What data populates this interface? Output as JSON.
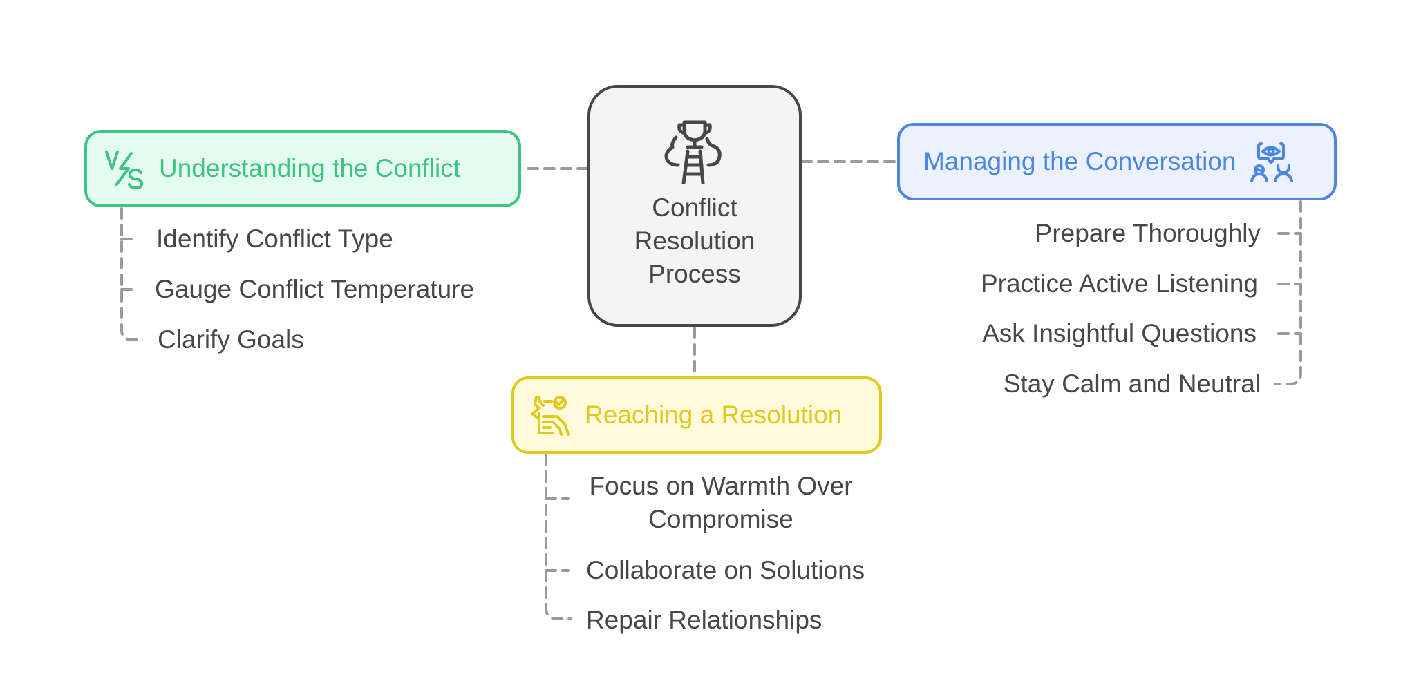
{
  "diagram": {
    "center": {
      "title": "Conflict Resolution Process",
      "title_lines": [
        "Conflict",
        "Resolution",
        "Process"
      ],
      "icon": "trophy-ladder-icon",
      "color": "#474747",
      "fill": "#f4f4f4"
    },
    "branches": [
      {
        "id": "understanding",
        "title": "Understanding the Conflict",
        "icon": "versus-icon",
        "color": "#3ec482",
        "fill": "#e3fcef",
        "position": "left",
        "items": [
          "Identify Conflict Type",
          "Gauge Conflict Temperature",
          "Clarify Goals"
        ]
      },
      {
        "id": "managing",
        "title": "Managing the Conversation",
        "icon": "eye-speech-people-icon",
        "color": "#4b86e1",
        "fill": "#ebf2fe",
        "position": "right",
        "items": [
          "Prepare Thoroughly",
          "Practice Active Listening",
          "Ask Insightful Questions",
          "Stay Calm and Neutral"
        ]
      },
      {
        "id": "resolution",
        "title": "Reaching a Resolution",
        "icon": "agreement-document-icon",
        "color": "#e0c91c",
        "fill": "#fefadb",
        "position": "bottom",
        "items": [
          "Focus on Warmth Over Compromise",
          "Collaborate on Solutions",
          "Repair Relationships"
        ],
        "item_lines": [
          [
            "Focus on Warmth Over",
            "Compromise"
          ]
        ]
      }
    ],
    "connector_color": "#9a9a9a"
  }
}
